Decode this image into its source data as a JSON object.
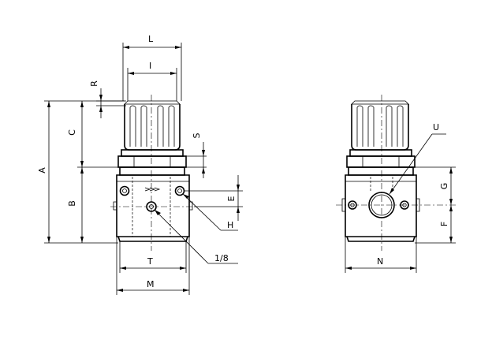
{
  "labels": {
    "L": "L",
    "I": "I",
    "R": "R",
    "S": "S",
    "C": "C",
    "A": "A",
    "B": "B",
    "E": "E",
    "H": "H",
    "port": "1/8",
    "T": "T",
    "M": "M",
    "U": "U",
    "G": "G",
    "F": "F",
    "N": "N"
  }
}
